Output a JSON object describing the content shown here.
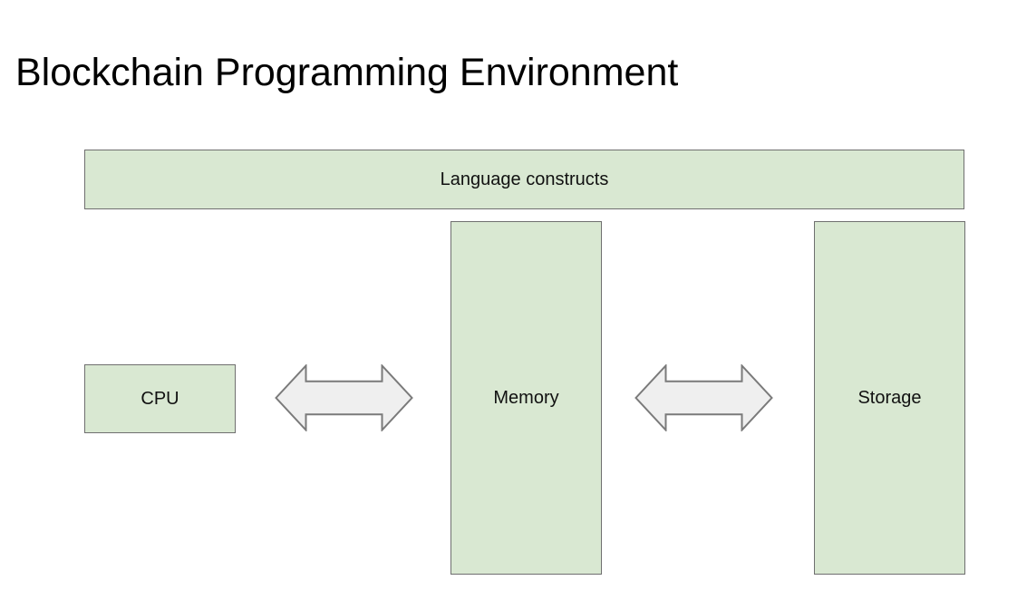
{
  "page": {
    "title": "Blockchain Programming Environment"
  },
  "colors": {
    "background": "#ffffff",
    "title-color": "#000000",
    "label-color": "#111111",
    "node-fill": "#d9e8d2",
    "node-border": "#6f6f6f",
    "arrow-fill": "#efefef",
    "arrow-border": "#7a7a7a"
  },
  "diagram": {
    "nodes": [
      {
        "id": "language-constructs",
        "label": "Language constructs",
        "shape": "rectangle"
      },
      {
        "id": "cpu",
        "label": "CPU",
        "shape": "rectangle"
      },
      {
        "id": "memory",
        "label": "Memory",
        "shape": "rectangle"
      },
      {
        "id": "storage",
        "label": "Storage",
        "shape": "rectangle"
      }
    ],
    "connectors": [
      {
        "id": "cpu-memory",
        "type": "double-headed-arrow",
        "from": "cpu",
        "to": "memory"
      },
      {
        "id": "memory-storage",
        "type": "double-headed-arrow",
        "from": "memory",
        "to": "storage"
      }
    ]
  }
}
